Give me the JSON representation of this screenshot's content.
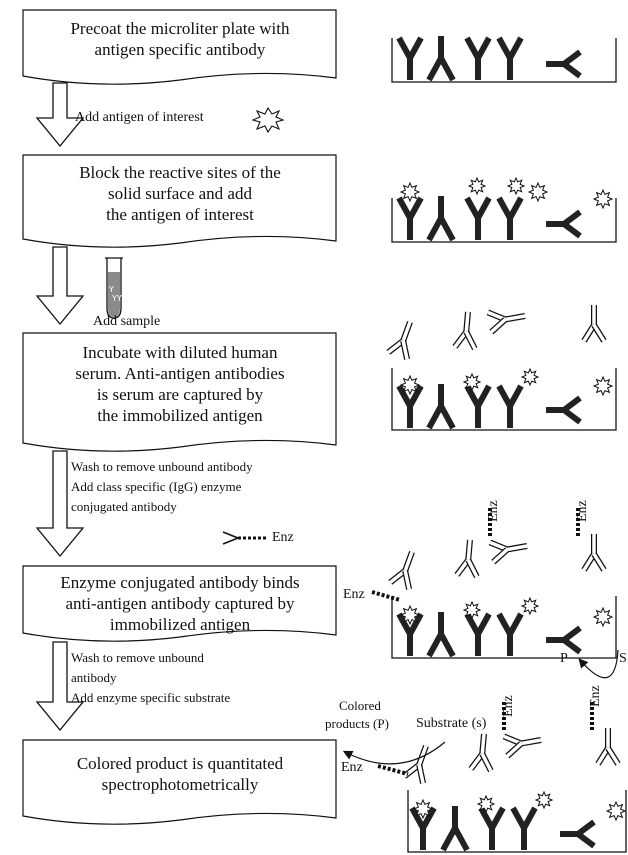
{
  "steps": [
    {
      "text": [
        "Precoat the microliter plate with",
        "antigen specific antibody"
      ]
    },
    {
      "text": [
        "Block the reactive sites of the",
        "solid surface and add",
        "the antigen of interest"
      ]
    },
    {
      "text": [
        "Incubate with diluted human",
        "serum. Anti-antigen antibodies",
        "is serum are captured by",
        "the immobilized antigen"
      ]
    },
    {
      "text": [
        "Enzyme conjugated antibody binds",
        "anti-antigen antibody captured by",
        "immobilized antigen"
      ]
    },
    {
      "text": [
        "Colored product is quantitated",
        "spectrophotometrically"
      ]
    }
  ],
  "transitions": {
    "t1": "Add antigen of interest",
    "t2": "Add sample",
    "t3": [
      "Wash to remove unbound antibody",
      "Add class specific (IgG) enzyme",
      "conjugated antibody"
    ],
    "t4": [
      "Wash to remove unbound",
      "antibody",
      "Add enzyme specific substrate"
    ]
  },
  "labels": {
    "enz": "Enz",
    "colored_products": [
      "Colored",
      "products (P)"
    ],
    "substrate": "Substrate (s)",
    "p": "P",
    "s": "S"
  },
  "colors": {
    "antibody": "#222222",
    "line": "#111111",
    "tube_fill": "#8a8a8a"
  }
}
